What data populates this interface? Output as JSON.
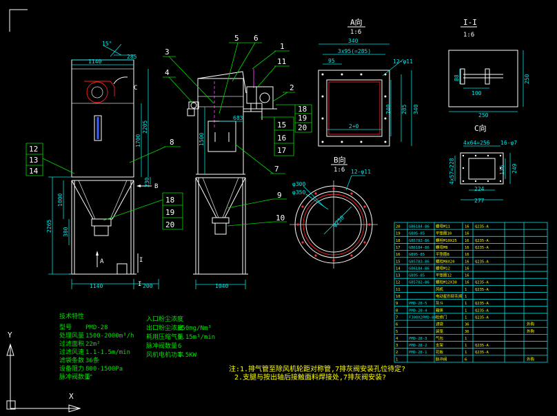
{
  "views": {
    "view_a_title": "A向",
    "view_a_scale": "1:6",
    "view_b_title": "B向",
    "view_b_scale": "1:6",
    "section_1_title": "I-I",
    "section_1_scale": "1:6",
    "view_c_title": "C向"
  },
  "dims": {
    "front_top_width": "1140",
    "front_angle": "15°",
    "front_285": "285",
    "front_2205": "2205",
    "front_1700": "1700",
    "front_230": "230",
    "front_1000": "1000",
    "front_380": "380",
    "front_2265": "2265",
    "front_bottom_width": "1140",
    "front_200": "200",
    "side_1500": "1500",
    "side_683": "683",
    "side_bottom_width": "1040",
    "a_340": "340",
    "a_3x95": "3x95(=285)",
    "a_95": "95",
    "a_12holes": "12-φ11",
    "a_240": "240",
    "a_285v": "285",
    "a_340v": "340",
    "a_2x0": "2+0",
    "s1_88": "88",
    "s1_100": "100",
    "s1_250h": "250",
    "s1_250v": "250",
    "c_4x64": "4x64=256",
    "c_16holes": "16-φ7",
    "c_4x57": "4x57=228",
    "c_136": "136",
    "c_249": "249",
    "c_224": "224",
    "c_277": "277",
    "b_300": "φ300",
    "b_350": "φ350",
    "b_250": "φ250",
    "b_12holes": "12-φ11",
    "marker_A": "A",
    "marker_B": "B",
    "marker_C": "C",
    "marker_I_1": "I",
    "marker_I_2": "I"
  },
  "callouts": {
    "n1": "1",
    "n2": "2",
    "n3": "3",
    "n4": "4",
    "n5": "5",
    "n6": "6",
    "n7": "7",
    "n8": "8",
    "n9": "9",
    "n10": "10",
    "n11": "11",
    "n12": "12",
    "n13": "13",
    "n14": "14",
    "n15": "15",
    "n16": "16",
    "n17": "17",
    "n18a": "18",
    "n19a": "19",
    "n20a": "20",
    "n18b": "18",
    "n19b": "19",
    "n20b": "20"
  },
  "specs": {
    "title": "技术特性",
    "rows": [
      {
        "label": "型号",
        "value": "PMD-28"
      },
      {
        "label": "处理风量",
        "value": "1500-2000m³/h"
      },
      {
        "label": "过滤面积",
        "value": "22m²"
      },
      {
        "label": "过滤风速",
        "value": "1.1-1.5m/min"
      },
      {
        "label": "滤袋条数",
        "value": "36条"
      },
      {
        "label": "设备阻力",
        "value": "800-1500Pa"
      },
      {
        "label": "脉冲阀数量",
        "value": "1\""
      }
    ],
    "rows_right": [
      {
        "label": "入口粉尘浓度",
        "value": ""
      },
      {
        "label": "出口粉尘浓度",
        "value": "≤50mg/Nm³"
      },
      {
        "label": "耗用压缩气量",
        "value": "0.15m³/min"
      },
      {
        "label": "脉冲阀数量",
        "value": "6"
      },
      {
        "label": "风机电机功率",
        "value": "1.5KW"
      }
    ]
  },
  "notes": {
    "line1": "注:1.排气管至除风机轮距对称管,7排灰阀安装孔位待定?",
    "line2": "2.支腿与按出轴后接触面料焊接处,7排灰阀安装?"
  },
  "parts_table": {
    "rows": [
      {
        "no": "20",
        "code": "GB6184-86",
        "name": "螺母M11",
        "qty": "16",
        "mat": "Q235-A",
        "note": ""
      },
      {
        "no": "19",
        "code": "GB95-85",
        "name": "平垫圈10",
        "qty": "16",
        "mat": "",
        "note": ""
      },
      {
        "no": "18",
        "code": "GB5783-86",
        "name": "螺栓M10X25",
        "qty": "16",
        "mat": "Q235-A",
        "note": ""
      },
      {
        "no": "17",
        "code": "GB6184-86",
        "name": "螺母M8",
        "qty": "16",
        "mat": "Q235-A",
        "note": ""
      },
      {
        "no": "16",
        "code": "GB95-85",
        "name": "平垫圈8",
        "qty": "16",
        "mat": "",
        "note": ""
      },
      {
        "no": "15",
        "code": "GB5783-86",
        "name": "螺栓M8X20",
        "qty": "16",
        "mat": "Q235-A",
        "note": ""
      },
      {
        "no": "14",
        "code": "GB6184-86",
        "name": "螺母M12",
        "qty": "16",
        "mat": "",
        "note": ""
      },
      {
        "no": "13",
        "code": "GB95-85",
        "name": "平垫圈12",
        "qty": "16",
        "mat": "",
        "note": ""
      },
      {
        "no": "12",
        "code": "GB5782-86",
        "name": "螺栓M12X30",
        "qty": "16",
        "mat": "Q235-A",
        "note": ""
      },
      {
        "no": "11",
        "code": "",
        "name": "风机",
        "qty": "1",
        "mat": "Q235-A",
        "note": ""
      },
      {
        "no": "10",
        "code": "",
        "name": "电动星形卸灰阀",
        "qty": "1",
        "mat": "",
        "note": ""
      },
      {
        "no": "9",
        "code": "PMD-28-5",
        "name": "灰斗",
        "qty": "1",
        "mat": "Q235-A",
        "note": ""
      },
      {
        "no": "8",
        "code": "PMD-28-4",
        "name": "箱体",
        "qty": "1",
        "mat": "Q235-A",
        "note": ""
      },
      {
        "no": "7",
        "code": "FJ00X2PMD-84",
        "name": "检修门",
        "qty": "1",
        "mat": "Q235-A",
        "note": ""
      },
      {
        "no": "6",
        "code": "",
        "name": "滤袋",
        "qty": "36",
        "mat": "",
        "note": "外购"
      },
      {
        "no": "5",
        "code": "",
        "name": "袋笼",
        "qty": "36",
        "mat": "",
        "note": "外购"
      },
      {
        "no": "4",
        "code": "PMD-28-3",
        "name": "气包",
        "qty": "1",
        "mat": "",
        "note": ""
      },
      {
        "no": "3",
        "code": "PMD-28-2",
        "name": "支架",
        "qty": "1",
        "mat": "Q235-A",
        "note": ""
      },
      {
        "no": "2",
        "code": "PMD-28-1",
        "name": "花板",
        "qty": "1",
        "mat": "Q235-A",
        "note": ""
      },
      {
        "no": "1",
        "code": "",
        "name": "脉冲阀",
        "qty": "6",
        "mat": "",
        "note": "外购"
      }
    ]
  },
  "ucs": {
    "y_label": "Y",
    "x_label": "X"
  },
  "colors": {
    "background": "#000000",
    "outline": "#ffffff",
    "dimension": "#00e5e5",
    "leader": "#00e000",
    "hidden": "#ff2020",
    "text_yellow": "#ffff00"
  }
}
